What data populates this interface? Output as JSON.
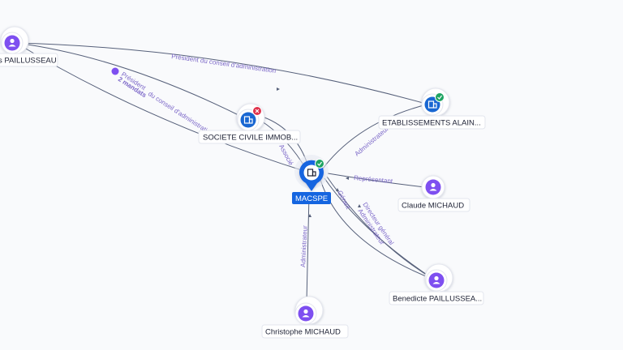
{
  "nodes": [
    {
      "id": "pailluseau-top",
      "label": "s PAILLUSSEAU",
      "kind": "person"
    },
    {
      "id": "societe-civile",
      "label": "SOCIETE CIVILE IMMOB...",
      "kind": "company",
      "status": "closed"
    },
    {
      "id": "etablissements",
      "label": "ETABLISSEMENTS ALAIN...",
      "kind": "company",
      "status": "active"
    },
    {
      "id": "macspe",
      "label": "MACSPE",
      "kind": "center",
      "status": "active"
    },
    {
      "id": "claude",
      "label": "Claude MICHAUD",
      "kind": "person"
    },
    {
      "id": "benedicte",
      "label": "Benedicte PAILLUSSEA...",
      "kind": "person"
    },
    {
      "id": "christophe",
      "label": "Christophe MICHAUD",
      "kind": "person"
    }
  ],
  "edges": [
    {
      "id": "e1",
      "label": "Président du conseil d'administration"
    },
    {
      "id": "e2",
      "label": "Président"
    },
    {
      "id": "e2b",
      "label": "2 mandats"
    },
    {
      "id": "e3",
      "label": "du conseil d'administrati..."
    },
    {
      "id": "e4",
      "label": "Administrateur"
    },
    {
      "id": "e5",
      "label": "Représentant"
    },
    {
      "id": "e6",
      "label": "Associé"
    },
    {
      "id": "e7",
      "label": "Gérant"
    },
    {
      "id": "e8",
      "label": "Directeur général"
    },
    {
      "id": "e9",
      "label": "Administrateur"
    },
    {
      "id": "e10",
      "label": "Administrateur"
    }
  ],
  "colors": {
    "person": "#7e4ff0",
    "company": "#1967d2",
    "center": "#1565e0",
    "active": "#1fa463",
    "closed": "#e0314b",
    "edge": "#56607a",
    "edge_label": "#7c68c8"
  },
  "icons": {
    "person": "person-icon",
    "company": "building-icon",
    "active": "check-icon",
    "closed": "close-icon"
  }
}
